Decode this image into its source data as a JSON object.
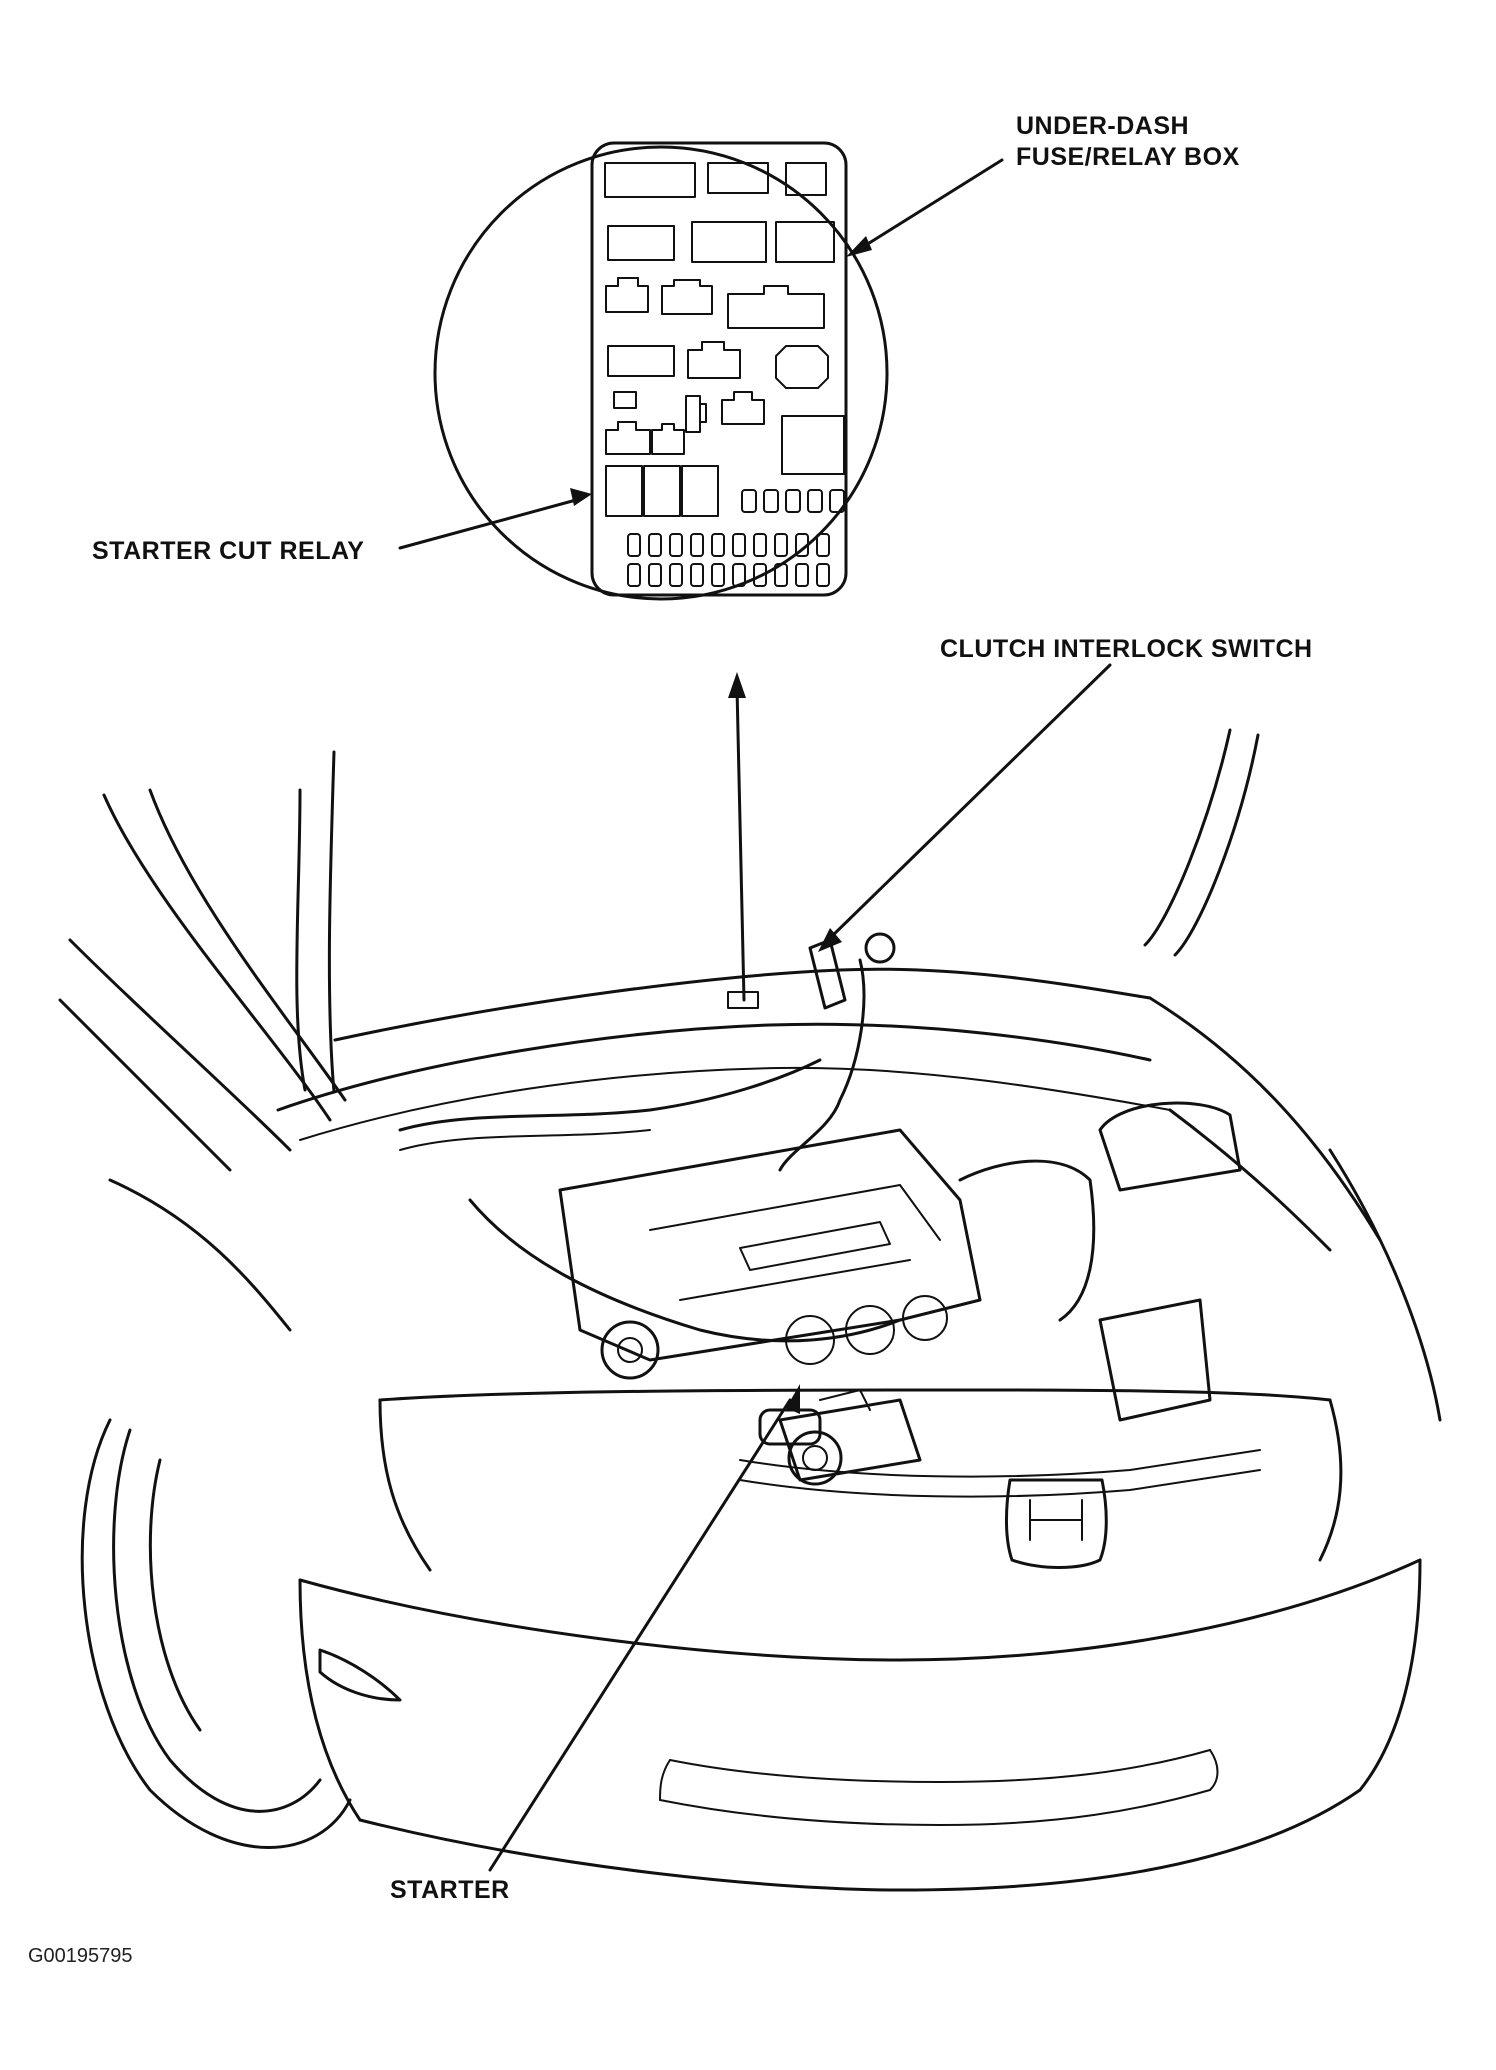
{
  "labels": {
    "under_dash_line1": "UNDER-DASH",
    "under_dash_line2": "FUSE/RELAY BOX",
    "starter_cut_relay": "STARTER CUT RELAY",
    "clutch_interlock_switch": "CLUTCH  INTERLOCK SWITCH",
    "starter": "STARTER"
  },
  "figure_code": "G00195795"
}
